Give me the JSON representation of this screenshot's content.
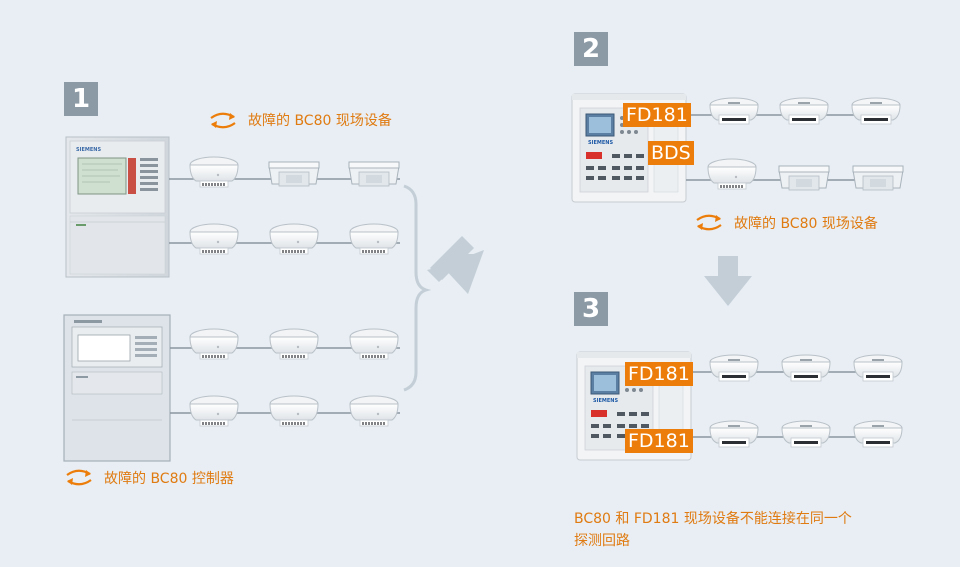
{
  "steps": [
    "1",
    "2",
    "3"
  ],
  "panel1": {
    "fault_devices_label": "故障的 BC80 现场设备",
    "fault_controller_label": "故障的 BC80 控制器",
    "panel_brand": "SIEMENS"
  },
  "panel2": {
    "tag_fd181": "FD181",
    "tag_bds": "BDS",
    "fault_devices_label": "故障的 BC80 现场设备"
  },
  "panel3": {
    "tag_fd181_top": "FD181",
    "tag_fd181_bottom": "FD181",
    "note": "BC80 和 FD181 现场设备不能连接在同一个",
    "note_line2": "探测回路"
  },
  "colors": {
    "accent": "#ec7d0a",
    "badge": "#8c9aa6",
    "background": "#e8eef3",
    "arrow": "#c3ced7",
    "line": "#8a96a0"
  },
  "icons": [
    "swap-arrows-icon",
    "smoke-detector-icon",
    "base-detector-icon",
    "control-panel-icon",
    "flow-arrow-icon"
  ]
}
